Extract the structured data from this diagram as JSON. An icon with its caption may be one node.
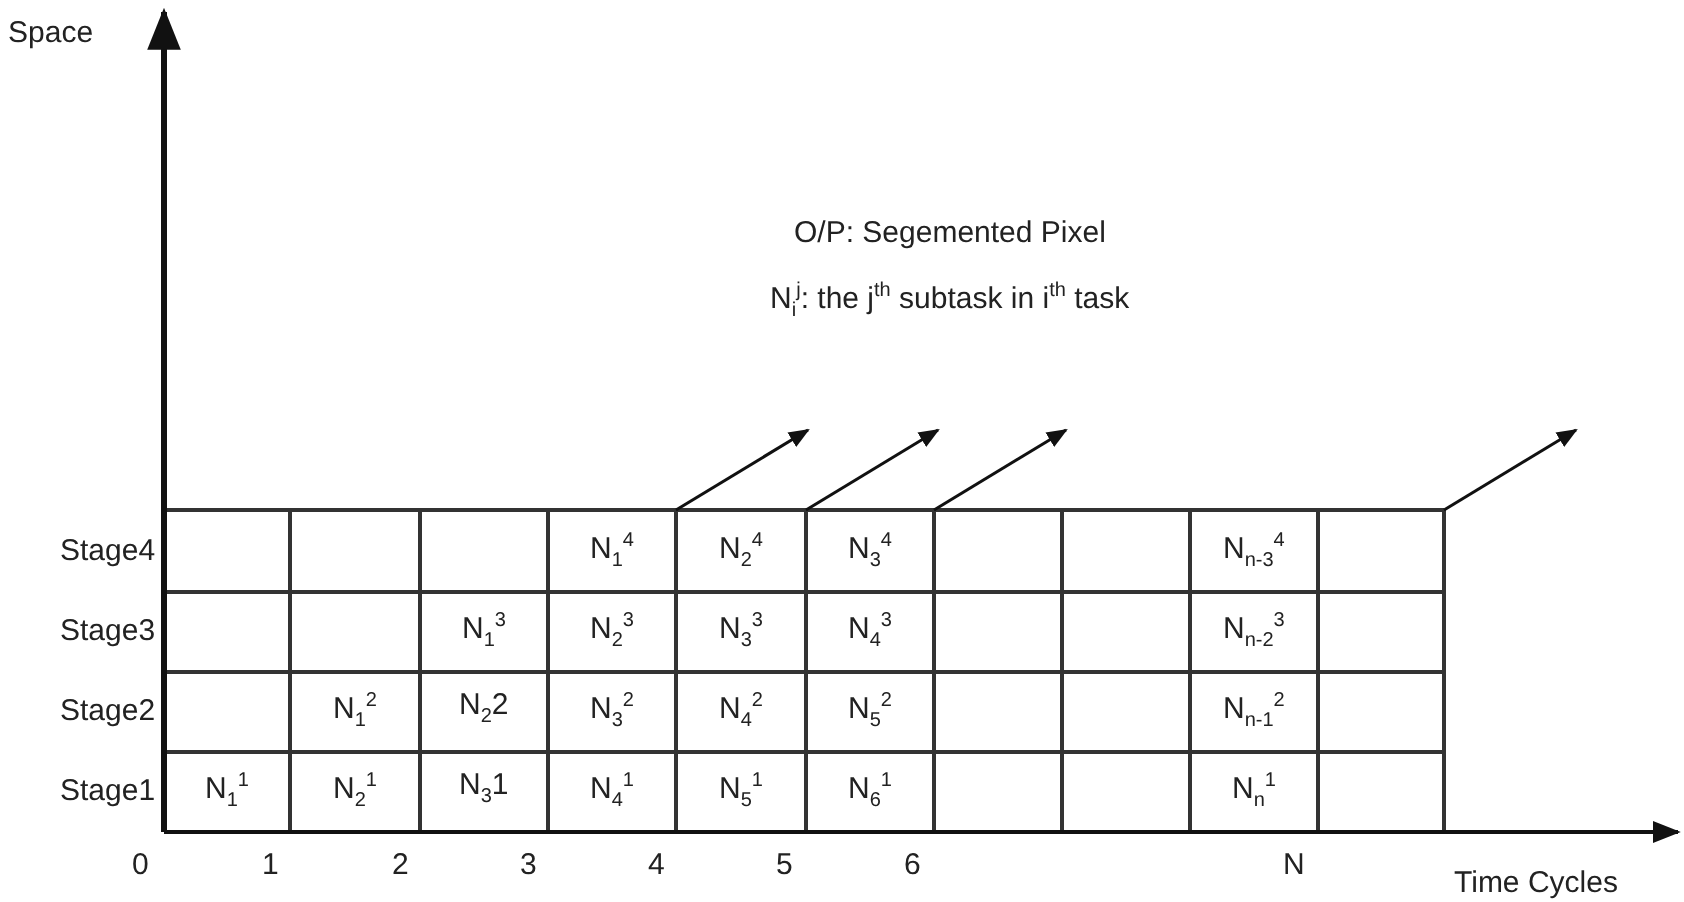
{
  "diagram": {
    "labels": [
      "Space",
      "O/P: Segemented Pixel",
      "N$_{i}$$^{j}$: the j$^{th}$ subtask in i$^{th}$ task",
      "Stage4",
      "N$_{1}$$^{4}$",
      "N$_{2}$$^{4}$",
      "N$_{3}$$^{4}$",
      "N$_{n-3}$$^{4}$",
      "Stage3",
      "N$_{1}$$^{3}$",
      "N$_{2}$$^{3}$",
      "N$_{3}$$^{3}$",
      "N$_{4}$$^{3}$",
      "N$_{n-2}$$^{3}$",
      "Stage2",
      "N$_{1}$$^{2}$",
      "N$_{2}$2",
      "N$_{3}$$^{2}$",
      "N$_{4}$$^{2}$",
      "N$_{5}$$^{2}$",
      "N$_{n-1}$$^{2}$",
      "Stage1",
      "N$_{1}$$^{1}$",
      "N$_{2}$$^{1}$",
      "N$_{3}$1",
      "N$_{4}$$^{1}$",
      "N$_{5}$$^{1}$",
      "N$_{6}$$^{1}$",
      "N$_{n}$$^{1}$",
      "0",
      "1",
      "2",
      "3",
      "4",
      "5",
      "6",
      "N",
      "Time Cycles"
    ]
  }
}
